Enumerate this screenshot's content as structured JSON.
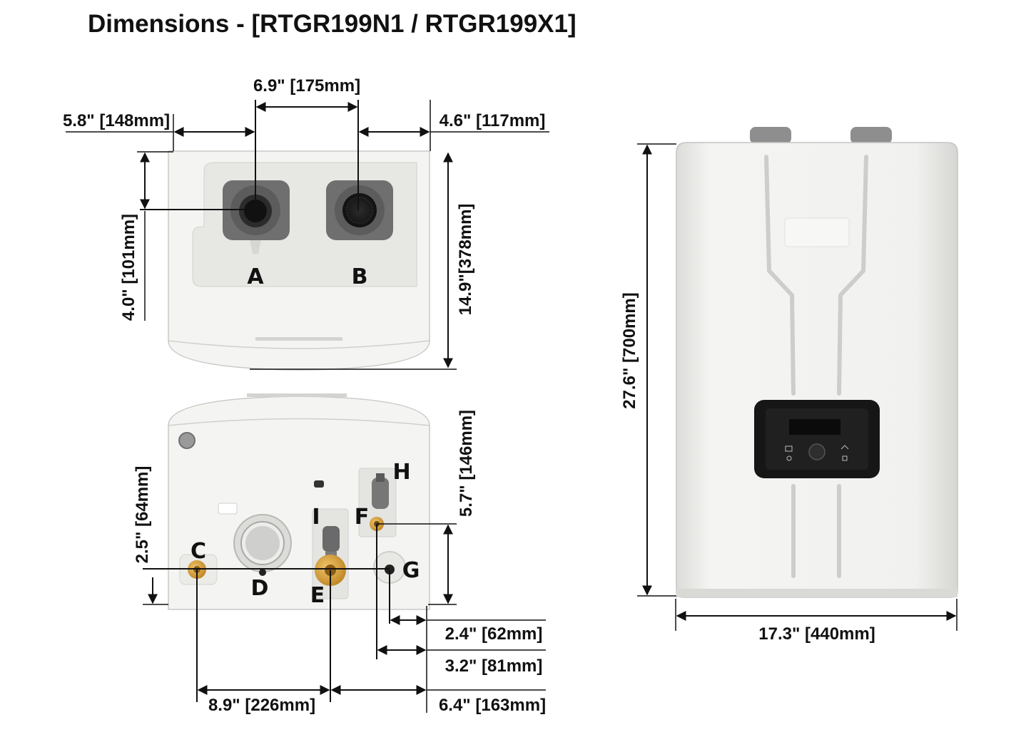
{
  "title": "Dimensions - [RTGR199N1 / RTGR199X1]",
  "colors": {
    "body": "#f3f3f1",
    "body_edge": "#cfcfcc",
    "plate": "#e6e6e3",
    "vent_gray": "#6d6d6d",
    "vent_dark": "#3c3c3c",
    "brass": "#d9a23a",
    "screen": "#161616",
    "line": "#111111"
  },
  "top_view": {
    "dims": {
      "vent_spacing": "6.9\" [175mm]",
      "left_offset": "5.8\" [148mm]",
      "right_offset": "4.6\" [117mm]",
      "front_offset": "4.0\" [101mm]",
      "depth": "14.9\"[378mm]"
    },
    "ports": {
      "a": "A",
      "b": "B"
    }
  },
  "bottom_view": {
    "dims": {
      "depth_to_f": "5.7\" [146mm]",
      "height_c": "2.5\" [64mm]",
      "g_offset": "2.4\" [62mm]",
      "f_offset": "3.2\" [81mm]",
      "c_to_e": "8.9\" [226mm]",
      "e_offset": "6.4\" [163mm]"
    },
    "ports": {
      "c": "C",
      "d": "D",
      "e": "E",
      "f": "F",
      "g": "G",
      "h": "H",
      "i": "I"
    }
  },
  "front_view": {
    "dims": {
      "height": "27.6\" [700mm]",
      "width": "17.3\" [440mm]"
    }
  }
}
